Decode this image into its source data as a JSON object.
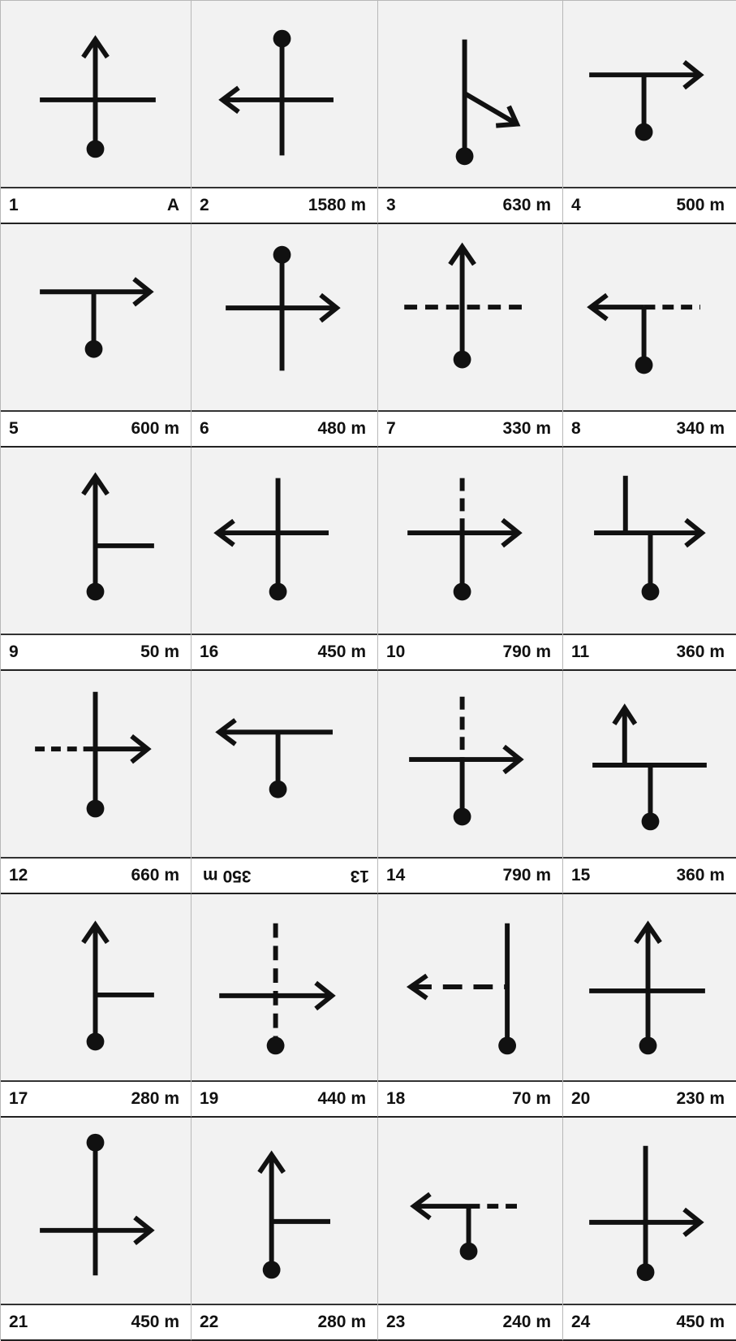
{
  "cells": [
    {
      "number": "1",
      "distance": "A",
      "icon": "straight-crossroads-icon"
    },
    {
      "number": "2",
      "distance": "1580 m",
      "icon": "left-turn-crossroads-icon"
    },
    {
      "number": "3",
      "distance": "630 m",
      "icon": "bear-right-fork-icon"
    },
    {
      "number": "4",
      "distance": "500 m",
      "icon": "right-t-junction-icon"
    },
    {
      "number": "5",
      "distance": "600 m",
      "icon": "right-t-junction-icon"
    },
    {
      "number": "6",
      "distance": "480 m",
      "icon": "right-turn-crossroads-icon"
    },
    {
      "number": "7",
      "distance": "330 m",
      "icon": "straight-dashed-crossing-icon"
    },
    {
      "number": "8",
      "distance": "340 m",
      "icon": "left-turn-dashed-junction-icon"
    },
    {
      "number": "9",
      "distance": "50 m",
      "icon": "straight-right-side-junction-icon"
    },
    {
      "number": "16",
      "distance": "450 m",
      "icon": "left-turn-crossroads-icon"
    },
    {
      "number": "10",
      "distance": "790 m",
      "icon": "right-turn-dashed-top-crossroads-icon"
    },
    {
      "number": "11",
      "distance": "360 m",
      "icon": "right-staggered-junction-icon"
    },
    {
      "number": "12",
      "distance": "660 m",
      "icon": "right-turn-dashed-left-crossroads-icon"
    },
    {
      "number": "13",
      "distance": "350 m",
      "icon": "left-t-junction-icon",
      "upside_down": true
    },
    {
      "number": "14",
      "distance": "790 m",
      "icon": "right-turn-dashed-top-crossroads-icon"
    },
    {
      "number": "15",
      "distance": "360 m",
      "icon": "straight-left-staggered-junction-icon"
    },
    {
      "number": "17",
      "distance": "280 m",
      "icon": "straight-right-side-junction-icon"
    },
    {
      "number": "19",
      "distance": "440 m",
      "icon": "right-turn-dashed-crossroads-icon"
    },
    {
      "number": "18",
      "distance": "70 m",
      "icon": "left-dashed-side-junction-icon"
    },
    {
      "number": "20",
      "distance": "230 m",
      "icon": "straight-crossroads-icon"
    },
    {
      "number": "21",
      "distance": "450 m",
      "icon": "right-turn-crossroads-icon"
    },
    {
      "number": "22",
      "distance": "280 m",
      "icon": "straight-right-side-junction-icon"
    },
    {
      "number": "23",
      "distance": "240 m",
      "icon": "left-turn-dashed-junction-icon"
    },
    {
      "number": "24",
      "distance": "450 m",
      "icon": "right-turn-crossroads-icon"
    }
  ]
}
